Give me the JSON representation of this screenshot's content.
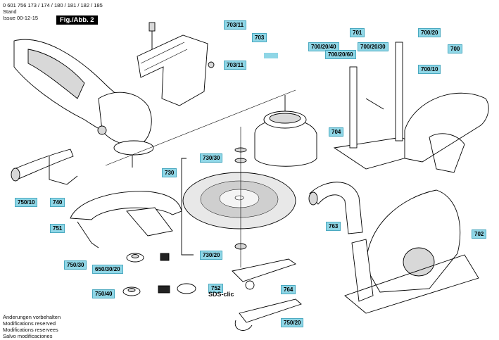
{
  "header": {
    "part_numbers": "0 601 756 173 / 174 / 180 / 181 / 182 / 185",
    "stand_label": "Stand",
    "issue_label": "Issue",
    "issue_date": "00-12-15",
    "figure_tag": "Fig./Abb. 2"
  },
  "footer": {
    "lines": [
      "Änderungen vorbehalten",
      "Modifications reserved",
      "Modifications reservees",
      "Salvo modificaciones"
    ]
  },
  "sds_label": "SDS-clic",
  "parts": {
    "p703_11a": "703/11",
    "p703": "703",
    "p703_11b": "703/11",
    "p701": "701",
    "p700_20": "700/20",
    "p700": "700",
    "p700_20_40": "700/20/40",
    "p700_20_30": "700/20/30",
    "p700_20_60": "700/20/60",
    "p700_10": "700/10",
    "p704": "704",
    "p730_30": "730/30",
    "p730": "730",
    "p730_20": "730/20",
    "p750_10": "750/10",
    "p740": "740",
    "p751": "751",
    "p750_30": "750/30",
    "p650_30_20": "650/30/20",
    "p750_40": "750/40",
    "p752": "752",
    "p764": "764",
    "p763": "763",
    "p702": "702",
    "p750_20": "750/20"
  },
  "colors": {
    "label_fill": "#8fd6e6"
  }
}
